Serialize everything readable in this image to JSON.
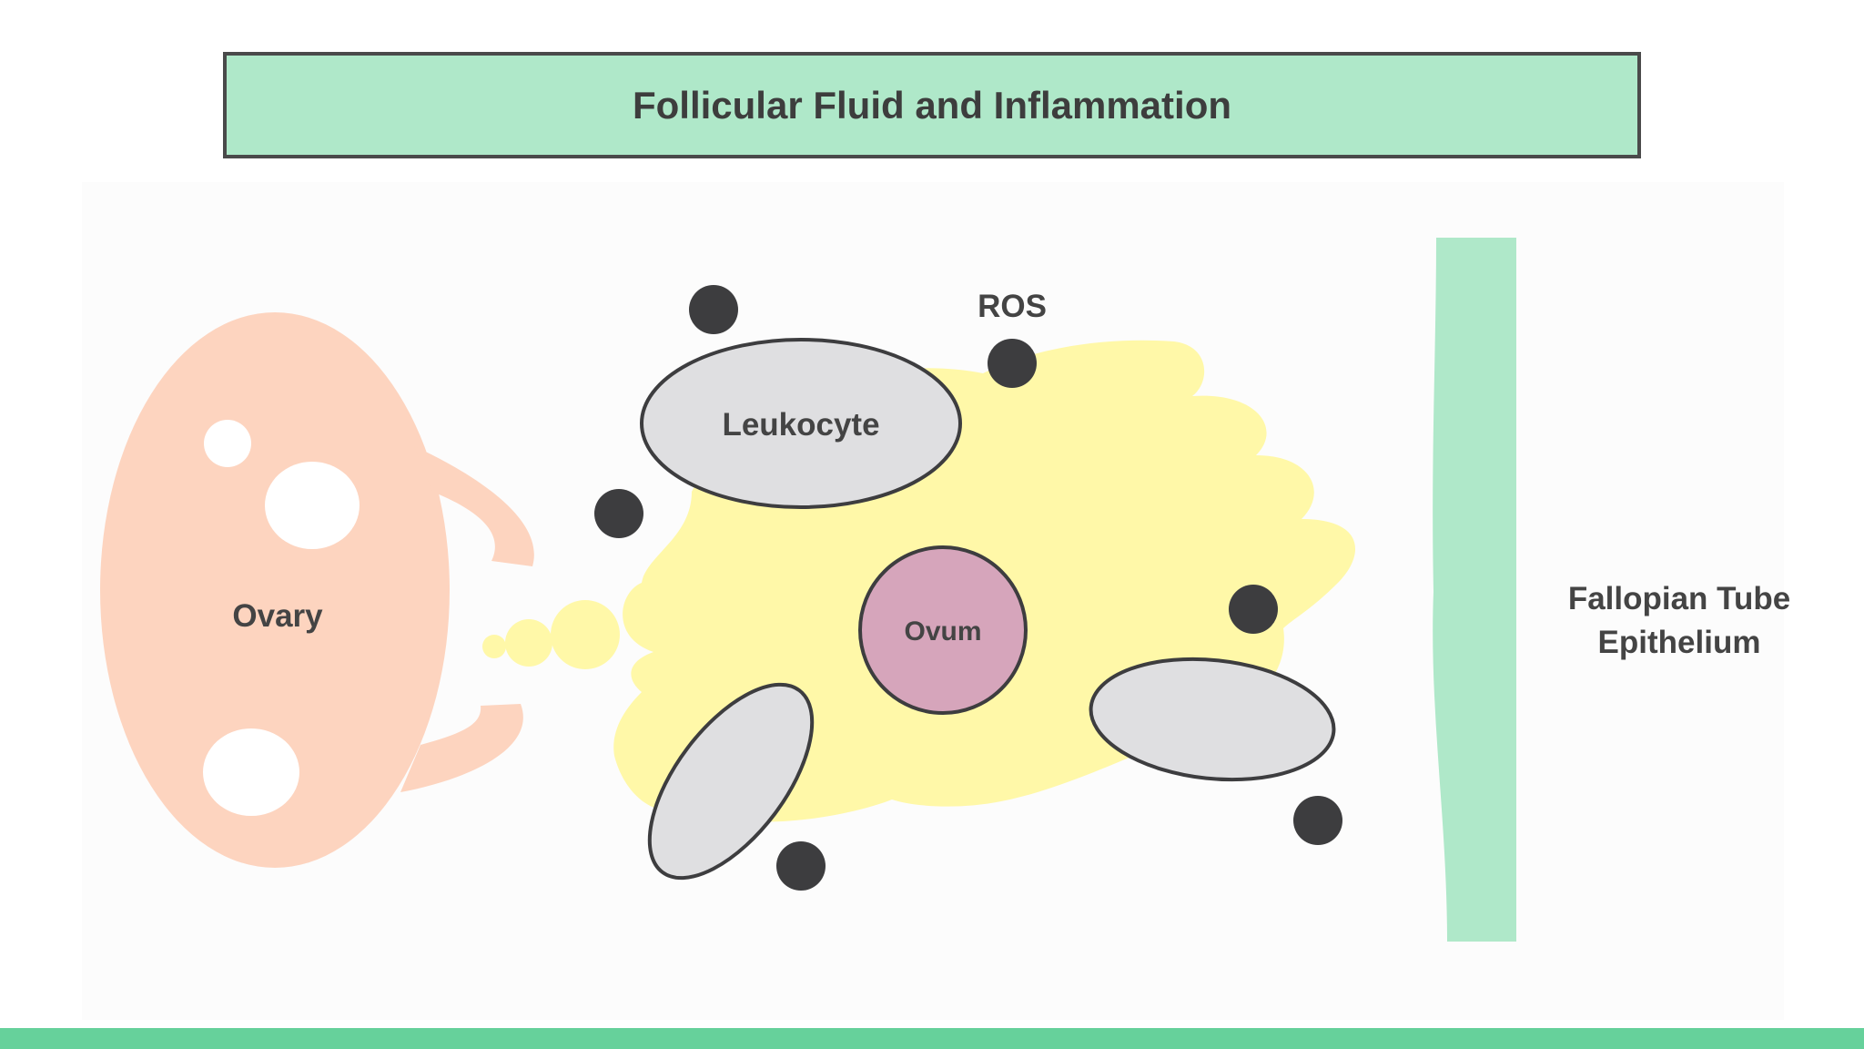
{
  "title": "Follicular Fluid and Inflammation",
  "labels": {
    "ovary": "Ovary",
    "leukocyte": "Leukocyte",
    "ovum": "Ovum",
    "ros": "ROS",
    "fallopian_line1": "Fallopian Tube",
    "fallopian_line2": "Epithelium"
  },
  "colors": {
    "banner": "#afe8c9",
    "ovary": "#fdd4bf",
    "fluid": "#fff8a8",
    "leukocyte": "#dfdfe1",
    "ovum": "#d6a5bb",
    "ros": "#3d3d3f",
    "epithelium": "#afe8c9",
    "bottom_bar": "#66d19b"
  }
}
